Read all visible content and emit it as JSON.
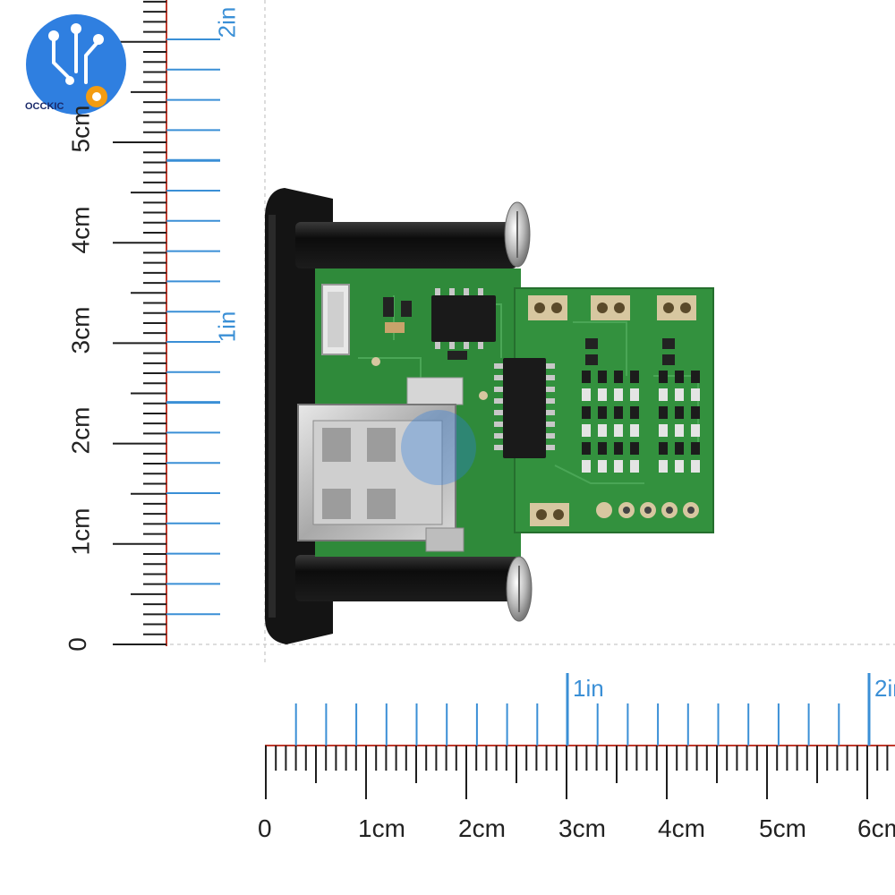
{
  "logo": {
    "text": "OCCKIC"
  },
  "ruler_vertical": {
    "cm_labels": [
      "0",
      "1cm",
      "2cm",
      "3cm",
      "4cm",
      "5cm"
    ],
    "inch_labels": [
      "1in",
      "2in"
    ]
  },
  "ruler_horizontal": {
    "cm_labels": [
      "0",
      "1cm",
      "2cm",
      "3cm",
      "4cm",
      "5cm",
      "6cm"
    ],
    "inch_labels": [
      "1in",
      "2in"
    ]
  },
  "colors": {
    "pcb_green": "#2f8a3a",
    "ruler_black": "#1e1e1e",
    "ruler_red": "#c0392b",
    "inch_blue": "#3a8fd6",
    "bezel_black": "#141414",
    "logo_blue": "#2f7fe0"
  }
}
